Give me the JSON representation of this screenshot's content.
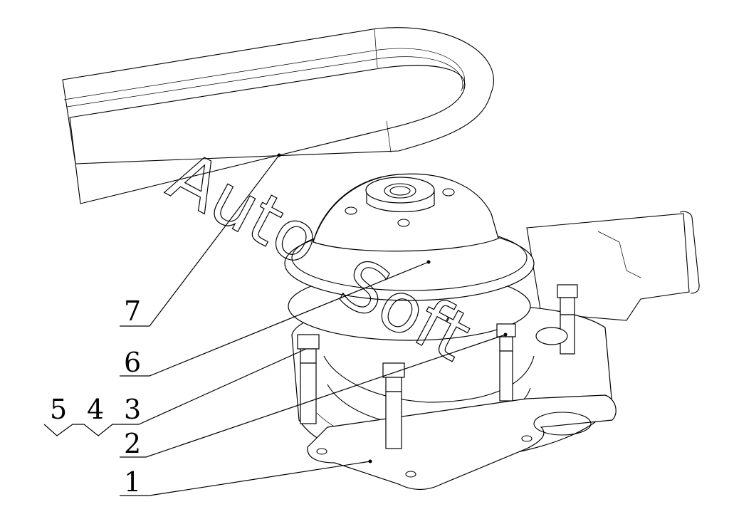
{
  "callouts": {
    "c1": "1",
    "c2": "2",
    "c3": "3",
    "c4": "4",
    "c5": "5",
    "c6": "6",
    "c7": "7"
  },
  "watermark": {
    "text_a": "Auto",
    "text_b": "Soft"
  }
}
